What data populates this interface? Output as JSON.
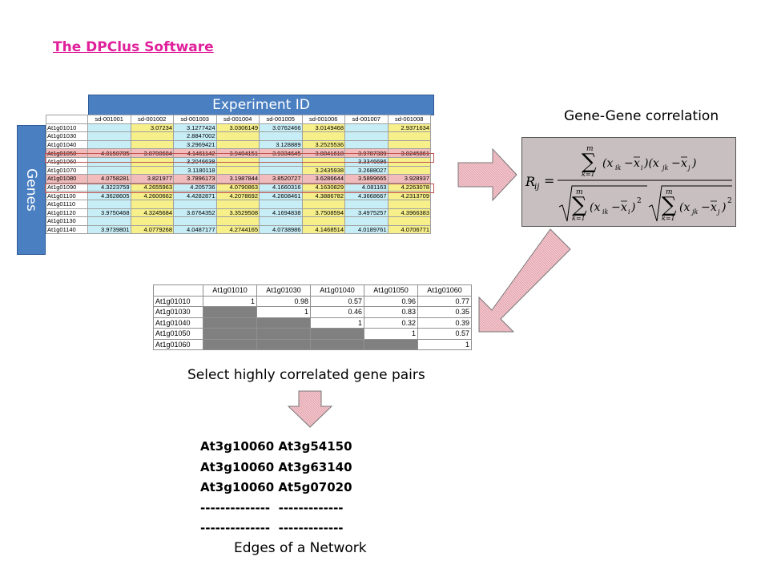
{
  "title": "The DPClus Software",
  "experiment_label": "Experiment ID",
  "genes_label": "Genes",
  "expression_table": {
    "columns": [
      "sd-001001",
      "sd-001002",
      "sd-001003",
      "sd-001004",
      "sd-001005",
      "sd-001006",
      "sd-001007",
      "sd-001008"
    ],
    "rows": [
      {
        "id": "At1g01010",
        "values": [
          "",
          "3.07234",
          "3.1277424",
          "3.0306149",
          "3.0762466",
          "3.0149468",
          "",
          "2.9371634"
        ]
      },
      {
        "id": "At1g01030",
        "values": [
          "",
          "",
          "2.8847002",
          "",
          "",
          "",
          "",
          ""
        ]
      },
      {
        "id": "At1g01040",
        "values": [
          "",
          "",
          "3.2969421",
          "",
          "3.128889",
          "3.2525536",
          "",
          ""
        ]
      },
      {
        "id": "At1g01050",
        "values": [
          "4.0150785",
          "3.8700684",
          "4.1461142",
          "3.9404151",
          "3.9334645",
          "3.8841618",
          "3.9787389",
          "3.8245861"
        ]
      },
      {
        "id": "At1g01060",
        "values": [
          "",
          "",
          "3.2046638",
          "",
          "",
          "",
          "3.3346696",
          ""
        ]
      },
      {
        "id": "At1g01070",
        "values": [
          "",
          "",
          "3.1180118",
          "",
          "",
          "3.2435938",
          "3.2688027",
          ""
        ]
      },
      {
        "id": "At1g01080",
        "values": [
          "4.0758281",
          "3.821977",
          "3.7896173",
          "3.1987844",
          "3.8520727",
          "3.6286644",
          "3.5899665",
          "3.928937"
        ]
      },
      {
        "id": "At1g01090",
        "values": [
          "4.3223759",
          "4.2655963",
          "4.205736",
          "4.0790863",
          "4.1660316",
          "4.1630829",
          "4.081163",
          "4.2263078"
        ]
      },
      {
        "id": "At1g01100",
        "values": [
          "4.3628605",
          "4.2600662",
          "4.4282871",
          "4.2078692",
          "4.2608461",
          "4.3886782",
          "4.3668667",
          "4.2313709"
        ]
      },
      {
        "id": "At1g01110",
        "values": [
          "",
          "",
          "",
          "",
          "",
          "",
          "",
          ""
        ]
      },
      {
        "id": "At1g01120",
        "values": [
          "3.9750468",
          "4.3245684",
          "3.6764352",
          "3.3529508",
          "4.1694838",
          "3.7508594",
          "3.4975257",
          "4.3966383"
        ]
      },
      {
        "id": "At1g01130",
        "values": [
          "",
          "",
          "",
          "",
          "",
          "",
          "",
          ""
        ]
      },
      {
        "id": "At1g01140",
        "values": [
          "3.9739801",
          "4.0779268",
          "4.0487177",
          "4.2744165",
          "4.0738986",
          "4.1468514",
          "4.0189761",
          "4.0706771"
        ]
      }
    ]
  },
  "formula_title": "Gene-Gene correlation",
  "correlation_table": {
    "columns": [
      "At1g01010",
      "At1g01030",
      "At1g01040",
      "At1g01050",
      "At1g01060"
    ],
    "rows": [
      {
        "id": "At1g01010",
        "values": [
          "1",
          "0.98",
          "0.57",
          "0.96",
          "0.77"
        ]
      },
      {
        "id": "At1g01030",
        "values": [
          "",
          "1",
          "0.46",
          "0.83",
          "0.35"
        ]
      },
      {
        "id": "At1g01040",
        "values": [
          "",
          "",
          "1",
          "0.32",
          "0.39"
        ]
      },
      {
        "id": "At1g01050",
        "values": [
          "",
          "",
          "",
          "1",
          "0.57"
        ]
      },
      {
        "id": "At1g01060",
        "values": [
          "",
          "",
          "",
          "",
          "1"
        ]
      }
    ]
  },
  "correlation_caption": "Select highly correlated gene pairs",
  "gene_pairs": [
    "At3g10060 At3g54150",
    "At3g10060 At3g63140",
    "At3g10060 At5g07020",
    "--------------  -------------",
    "--------------  -------------"
  ],
  "edges_caption": "Edges of a Network",
  "colors": {
    "title": "#e0209b",
    "header_bar": "#4a7fc1",
    "cyan_column": "#c7eef7",
    "yellow_column": "#f6ef8a",
    "highlight_row": "#f2bcbc",
    "formula_bg": "#c8c0c0",
    "lower_triangle": "#808080",
    "arrow_fill": "#f4c6cc"
  }
}
